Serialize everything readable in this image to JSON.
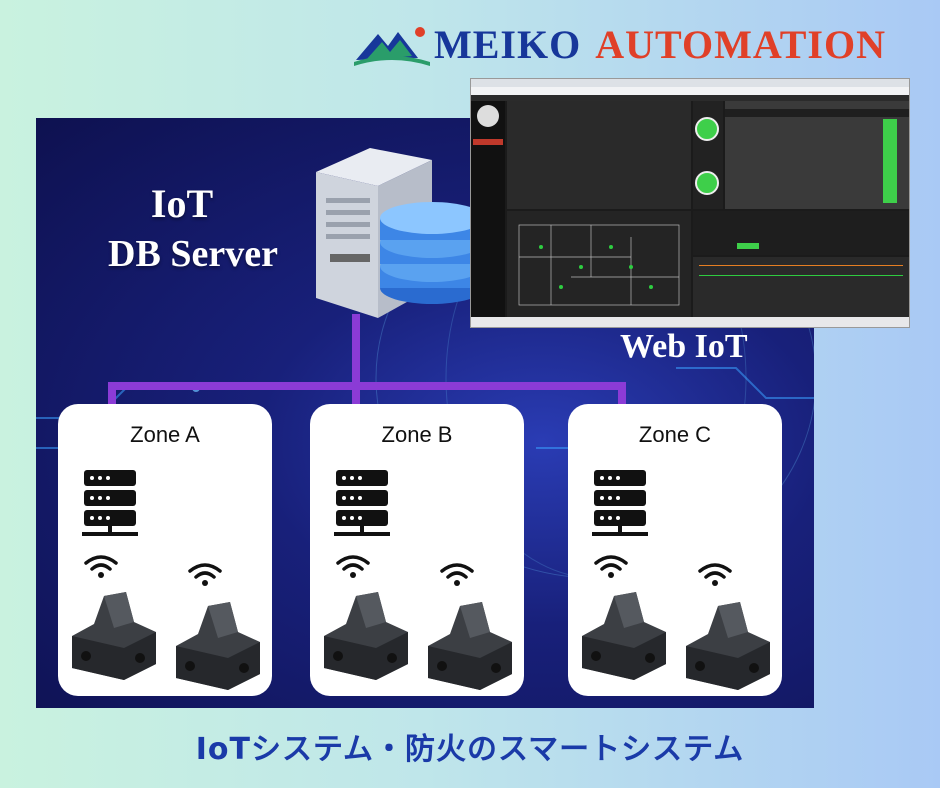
{
  "brand": {
    "meiko": "MEIKO",
    "automation": "AUTOMATION",
    "logo_icon": "mountain-logo-icon"
  },
  "server": {
    "title_line1": "IoT",
    "title_line2": "DB Server",
    "icon": "db-server-icon"
  },
  "web": {
    "label": "Web IoT",
    "screenshot_icon": "web-dashboard-screenshot"
  },
  "zones": [
    {
      "label": "Zone A"
    },
    {
      "label": "Zone B"
    },
    {
      "label": "Zone C"
    }
  ],
  "tagline": "IoTシステム・防火のスマートシステム",
  "colors": {
    "brand_blue": "#17379a",
    "brand_red": "#e04028",
    "line": "#8b3bd6",
    "tagline": "#1a3aa8"
  }
}
